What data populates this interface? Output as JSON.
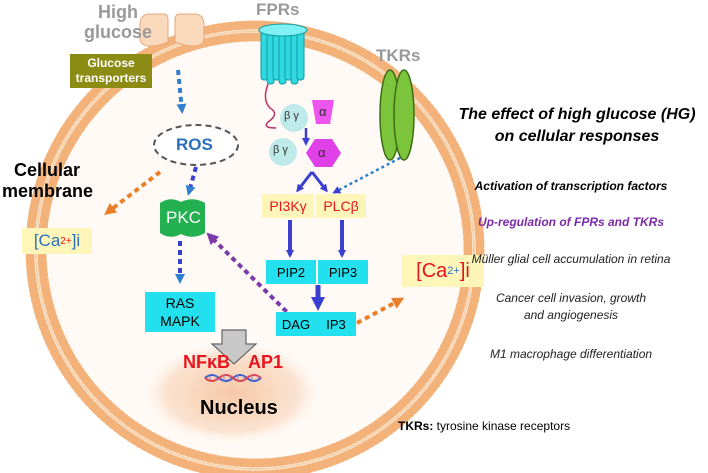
{
  "colors": {
    "membrane": "#f2b27a",
    "membrane_fill": "#fff6ee",
    "cyan_box": "#22e0ee",
    "pkc_green": "#22b050",
    "arrow_blue": "#3a3fcf",
    "arrow_dot_blue": "#2f7fd0",
    "arrow_orange": "#e8802a",
    "arrow_purple": "#7a3aa8",
    "ros_blue": "#2b6fbf",
    "red_text": "#e8141e",
    "purple_text": "#7a2aa8",
    "olive_box": "#8c8c14",
    "gray_text": "#999999",
    "ca_bg": "#fdf6b8",
    "magenta": "#e040e8",
    "tkr_green": "#7cc43c",
    "fpr_cyan": "#2fd9df"
  },
  "diagram": {
    "high_glucose": "High\nglucose",
    "glucose_transporters": "Glucose\ntransporters",
    "fprs": "FPRs",
    "tkrs": "TKRs",
    "beta_gamma_1": "β γ",
    "alpha_1": "α",
    "beta_gamma_2": "β γ",
    "alpha_2": "α",
    "ros": "ROS",
    "cellular_membrane": "Cellular\nmembrane",
    "ca_left": "[Ca2+]i",
    "ca_right": "[Ca2+]i",
    "pkc": "PKC",
    "pi3k": "PI3Kγ",
    "plc": "PLCβ",
    "pip2": "PIP2",
    "pip3": "PIP3",
    "ras_mapk": "RAS\nMAPK",
    "dag": "DAG",
    "ip3": "IP3",
    "nfkb": "NFκB",
    "ap1": "AP1",
    "nucleus": "Nucleus"
  },
  "effects": {
    "title": "The effect of high glucose (HG)\non cellular responses",
    "items": [
      "Activation of transcription factors",
      "Up-regulation of FPRs and TKRs",
      "Müller glial cell accumulation in retina",
      "Cancer cell invasion, growth\nand angiogenesis",
      "M1 macrophage differentiation"
    ]
  },
  "footnote": {
    "abbr": "TKRs:",
    "text": " tyrosine kinase receptors"
  }
}
